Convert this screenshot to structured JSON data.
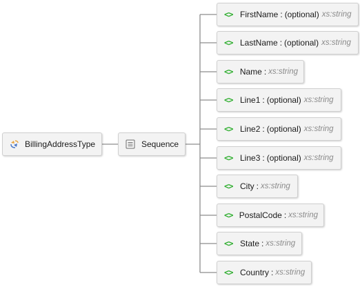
{
  "diagram": {
    "root": {
      "label": "BillingAddressType",
      "icon": "complex-type-icon"
    },
    "sequence": {
      "label": "Sequence",
      "icon": "sequence-icon"
    },
    "elements": [
      {
        "name": "FirstName",
        "optional": "(optional)",
        "type": "xs:string"
      },
      {
        "name": "LastName",
        "optional": "(optional)",
        "type": "xs:string"
      },
      {
        "name": "Name",
        "optional": "",
        "type": "xs:string"
      },
      {
        "name": "Line1",
        "optional": "(optional)",
        "type": "xs:string"
      },
      {
        "name": "Line2",
        "optional": "(optional)",
        "type": "xs:string"
      },
      {
        "name": "Line3",
        "optional": "(optional)",
        "type": "xs:string"
      },
      {
        "name": "City",
        "optional": "",
        "type": "xs:string"
      },
      {
        "name": "PostalCode",
        "optional": "",
        "type": "xs:string"
      },
      {
        "name": "State",
        "optional": "",
        "type": "xs:string"
      },
      {
        "name": "Country",
        "optional": "",
        "type": "xs:string"
      }
    ],
    "element_icon_glyph": "<>",
    "separator": ":",
    "colors": {
      "element_icon": "#2fae2f",
      "connector": "#8c8c8c",
      "node_bg": "#f3f3f3",
      "node_border": "#cfcfcf",
      "type_text": "#8a8a8a"
    }
  }
}
